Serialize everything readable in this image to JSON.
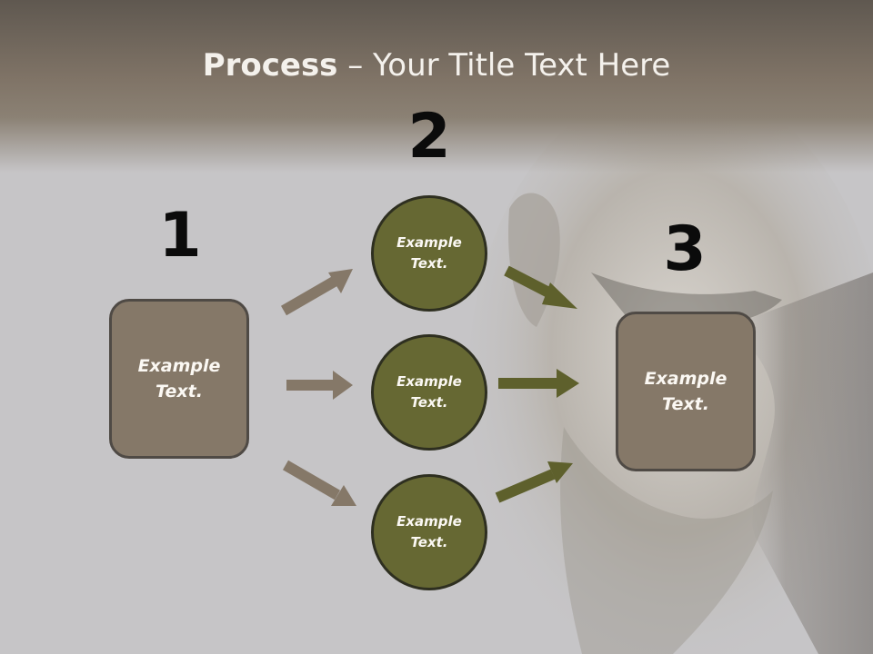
{
  "slide": {
    "title_bold": "Process",
    "title_rest": " – Your Title Text Here",
    "step_numbers": [
      "1",
      "2",
      "3"
    ],
    "left_box": "Example Text.",
    "right_box": "Example Text.",
    "circles": [
      "Example Text.",
      "Example Text.",
      "Example Text."
    ]
  },
  "colors": {
    "box_fill": "#857868",
    "circle_fill": "#666833",
    "arrow_left": "#857868",
    "arrow_right": "#5e602c",
    "title_band": "#7f7366"
  }
}
